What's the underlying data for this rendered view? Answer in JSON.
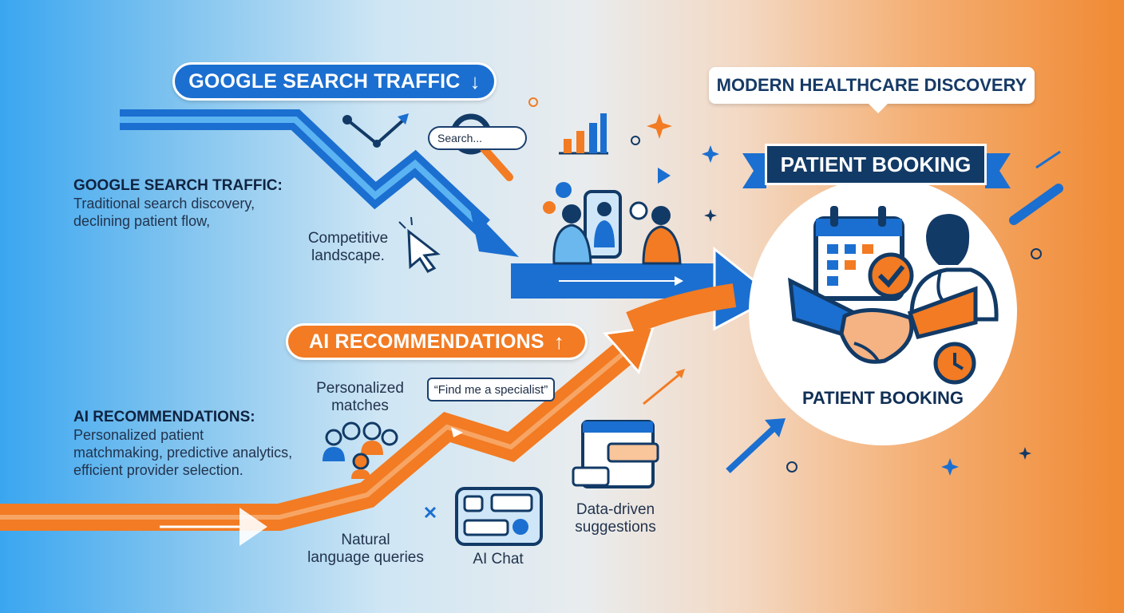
{
  "colors": {
    "blue": "#1b6fd0",
    "orange": "#f27b23",
    "navy": "#123a66"
  },
  "google_pill": {
    "label": "GOOGLE SEARCH TRAFFIC",
    "arrow": "↓"
  },
  "ai_pill": {
    "label": "AI RECOMMENDATIONS",
    "arrow": "↑"
  },
  "modern_bubble": "MODERN HEALTHCARE DISCOVERY",
  "ribbon": "PATIENT BOOKING",
  "booking_label": "PATIENT BOOKING",
  "google_block": {
    "heading": "GOOGLE SEARCH TRAFFIC:",
    "line1": "Traditional search discovery,",
    "line2": "declining patient flow,"
  },
  "ai_block": {
    "heading": "AI RECOMMENDATIONS:",
    "line1": "Personalized patient",
    "line2": "matchmaking, predictive analytics,",
    "line3": "efficient provider selection."
  },
  "search_placeholder": "Search...",
  "competitive": {
    "line1": "Competitive",
    "line2": "landscape."
  },
  "personalized": {
    "line1": "Personalized",
    "line2": "matches"
  },
  "speech_quote": "“Find me a specialist”",
  "natural": {
    "line1": "Natural",
    "line2": "language queries"
  },
  "ai_chat": "AI Chat",
  "data_driven": {
    "line1": "Data-driven",
    "line2": "suggestions"
  },
  "icons": [
    "trend-line-icon",
    "magnifier-icon",
    "bar-chart-icon",
    "cursor-icon",
    "people-phone-icon",
    "group-icon",
    "robot-chat-icon",
    "chat-window-icon",
    "calendar-icon",
    "doctor-icon",
    "handshake-icon",
    "clock-icon",
    "checkmark-icon",
    "sparkle-icon"
  ]
}
